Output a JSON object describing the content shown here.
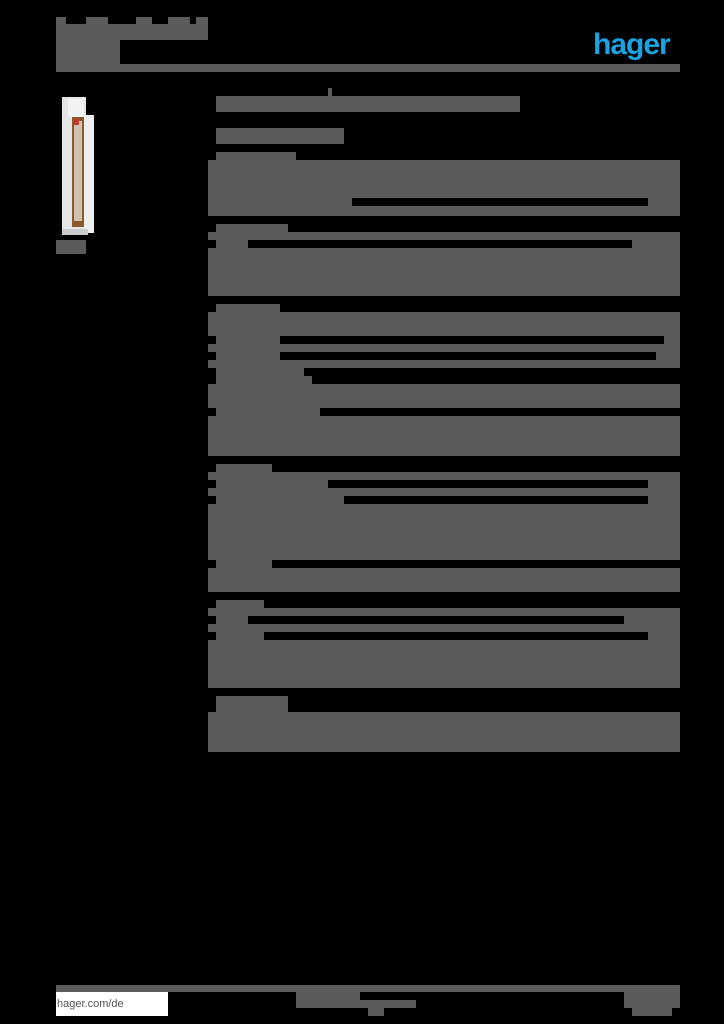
{
  "header": {
    "brand_logo": "hager",
    "brand_color": "#1aa3e3",
    "title_redacted": true
  },
  "product": {
    "image_alt": "product-enclosure-image",
    "caption_redacted": true
  },
  "main": {
    "heading_redacted": true,
    "subheading_redacted": true,
    "sections_count": 8,
    "redaction_color": "#5a5b5a"
  },
  "footer": {
    "url": "hager.com/de"
  }
}
